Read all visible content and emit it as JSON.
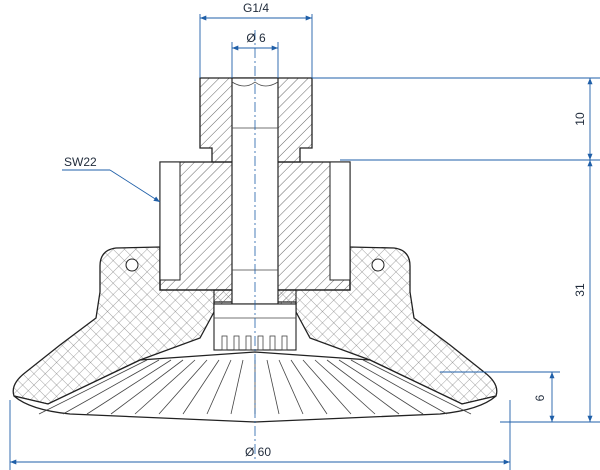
{
  "dimensions": {
    "thread": "G1/4",
    "bore": "Ø 6",
    "wrench": "SW22",
    "thread_length": "10",
    "height": "31",
    "lip_height": "6",
    "diameter": "Ø 60"
  },
  "colors": {
    "dimension_line": "#1f5fa8",
    "outline": "#222222",
    "hatch": "#555555",
    "background": "#ffffff"
  }
}
